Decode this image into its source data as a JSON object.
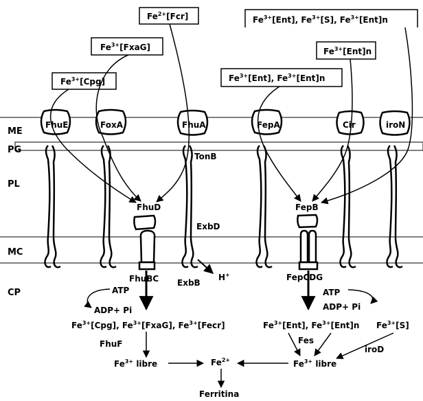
{
  "regions": {
    "ME": "ME",
    "PG": "PG",
    "PL": "PL",
    "MC": "MC",
    "CP": "CP"
  },
  "substrates": {
    "fcr": "[Fcr]",
    "fxag": "[FxaG]",
    "cpg": "[Cpg]",
    "ent_entn": "[Ent], Fe",
    "ent_entn_tail": "[Ent]n",
    "multi_1": "[Ent], Fe",
    "multi_2": "[S], Fe",
    "multi_3": "[Ent]n",
    "entn": "[Ent]n"
  },
  "iron": {
    "base": "Fe",
    "fe3": "3+",
    "fe2": "2+"
  },
  "receptors": [
    "FhuE",
    "FoxA",
    "FhuA",
    "FepA",
    "Cir",
    "iroN"
  ],
  "proteins": {
    "tonb": "TonB",
    "fhud": "FhuD",
    "fepb": "FepB",
    "exbd": "ExbD",
    "exbb": "ExbB",
    "hplus": "H",
    "plus": "+",
    "fhubc": "FhuBC",
    "fepcdg": "FepCDG"
  },
  "cytoplasm": {
    "atp_left": "ATP",
    "adp_left": "ADP+ Pi",
    "atp_right": "ATP",
    "adp_right": "ADP+ Pi",
    "complex_left_1": "[Cpg], Fe",
    "complex_left_2": "[FxaG], Fe",
    "complex_left_3": "[Fecr]",
    "complex_right_1": "[Ent], Fe",
    "complex_right_2": "[Ent]n",
    "complex_right_s": "[S]",
    "fhuf": "FhuF",
    "fes": "Fes",
    "irod": "iroD",
    "libre": " libre",
    "ferritina": "Ferritina"
  }
}
